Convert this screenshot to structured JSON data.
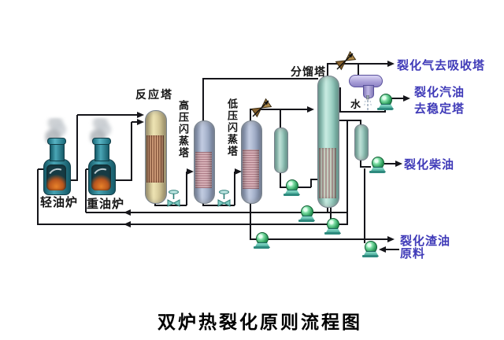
{
  "title": "双炉热裂化原则流程图",
  "equipment": {
    "light_oil_furnace": "轻油炉",
    "heavy_oil_furnace": "重油炉",
    "reaction_tower": "反应塔",
    "hp_flash_tower": "高压闪蒸塔",
    "lp_flash_tower": "低压闪蒸塔",
    "fractionator": "分馏塔",
    "water": "水"
  },
  "streams": {
    "cracked_gas": "裂化气去吸收塔",
    "cracked_gasoline_line1": "裂化汽油",
    "cracked_gasoline_line2": "去稳定塔",
    "cracked_diesel": "裂化柴油",
    "cracked_residue": "裂化渣油",
    "feedstock": "原料"
  },
  "colors": {
    "stream_label": "#3f3ab8",
    "equipment_label": "#141414",
    "pipe": "#15151a",
    "pump_green": "#2f9e5e",
    "furnace_teal": "#2a7d8d",
    "reaction_tower_tan": "#e0d6a8",
    "flash_tower_blue": "#aab6d0",
    "fractionator_mint": "#a9dccf",
    "condenser_purple": "#a79dd6"
  }
}
